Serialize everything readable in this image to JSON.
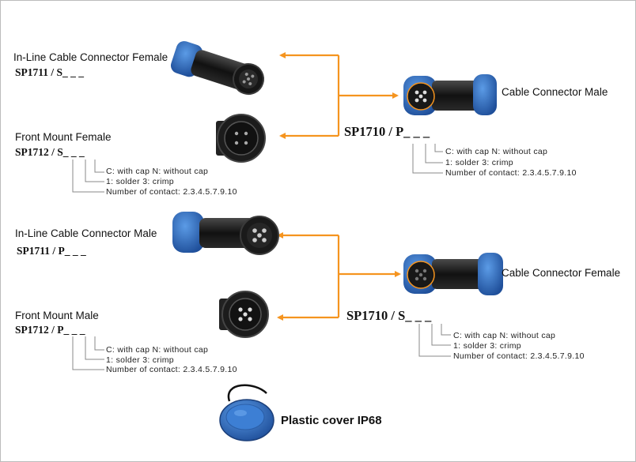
{
  "sections": [
    {
      "inline_female": {
        "name": "In-Line Cable Connector Female",
        "code": "SP1711 / S_  _ _"
      },
      "front_female": {
        "name": "Front Mount  Female",
        "code": "SP1712 / S_ _ _"
      },
      "front_legend": [
        "C:  with  cap    N:  without  cap",
        "1:  solder   3:  crimp",
        "Number  of  contact:  2.3.4.5.7.9.10"
      ],
      "cable": {
        "name": "Cable Connector Male",
        "code": "SP1710 / P_ _ _"
      },
      "cable_legend": [
        "C:  with  cap    N:  without  cap",
        "1:  solder   3:  crimp",
        "Number  of  contact:  2.3.4.5.7.9.10"
      ]
    },
    {
      "inline_male": {
        "name": "In-Line Cable Connector Male",
        "code": "SP1711 / P_  _ _"
      },
      "front_male": {
        "name": "Front Mount  Male",
        "code": "SP1712 / P_ _ _"
      },
      "front_legend": [
        "C:  with  cap    N:  without  cap",
        "1:  solder   3:  crimp",
        "Number  of  contact:  2.3.4.5.7.9.10"
      ],
      "cable": {
        "name": "Cable Connector Female",
        "code": "SP1710 / S_ _ _"
      },
      "cable_legend": [
        "C:  with  cap    N:  without  cap",
        "1:  solder   3:  crimp",
        "Number  of  contact:  2.3.4.5.7.9.10"
      ]
    }
  ],
  "cover": {
    "label": "Plastic cover IP68"
  },
  "colors": {
    "arrow": "#f5941f",
    "connector_blue": "#2f6fc0",
    "connector_black": "#1a1a1a",
    "bracket": "#777777"
  }
}
